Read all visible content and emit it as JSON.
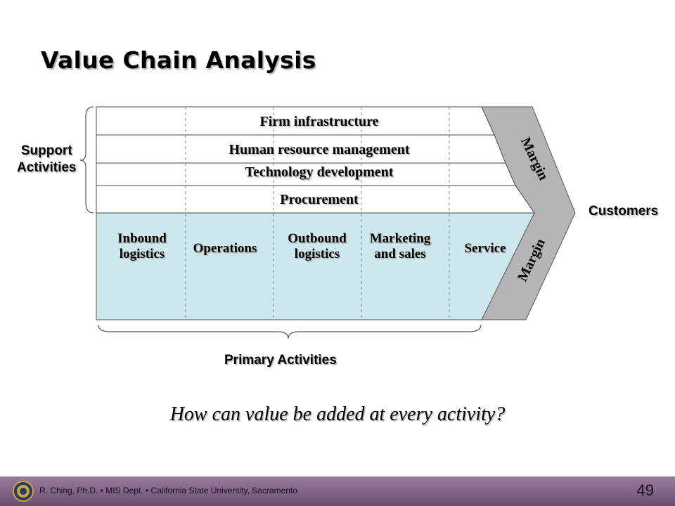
{
  "slide": {
    "title": "Value Chain Analysis",
    "question": "How can value be added at every activity?"
  },
  "diagram": {
    "support_activities": [
      "Firm infrastructure",
      "Human resource management",
      "Technology development",
      "Procurement"
    ],
    "primary_activities": [
      {
        "line1": "Inbound",
        "line2": "logistics"
      },
      {
        "line1": "Operations",
        "line2": ""
      },
      {
        "line1": "Outbound",
        "line2": "logistics"
      },
      {
        "line1": "Marketing",
        "line2": "and sales"
      },
      {
        "line1": "Service",
        "line2": ""
      }
    ],
    "margin_top": "Margin",
    "margin_bottom": "Margin",
    "support_label_line1": "Support",
    "support_label_line2": "Activities",
    "primary_label": "Primary Activities",
    "customers_label": "Customers",
    "colors": {
      "primary_fill": "#cde7ee",
      "margin_fill": "#b5b5b5"
    }
  },
  "footer": {
    "text": "R. Ching, Ph.D. • MIS Dept. • California State University, Sacramento",
    "page_number": "49",
    "seal_icon": "university-seal-icon"
  }
}
